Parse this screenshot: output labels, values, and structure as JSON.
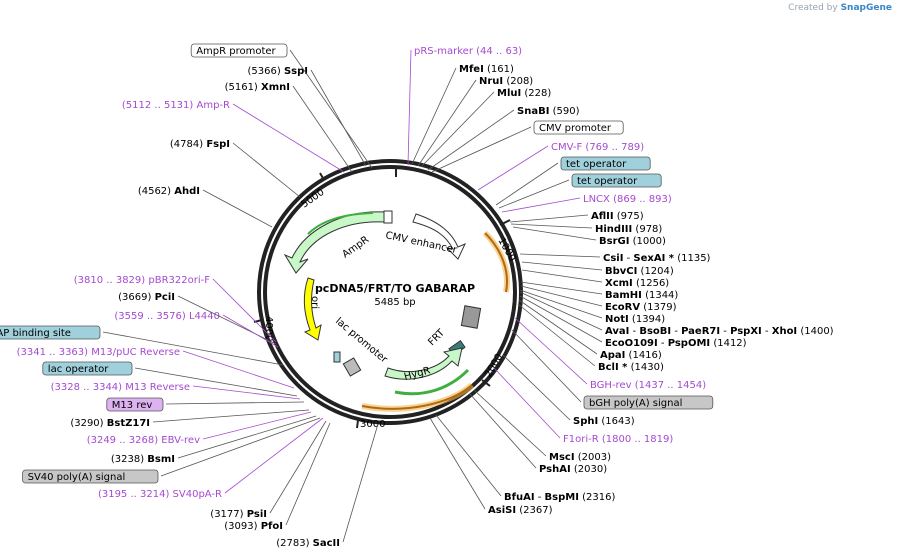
{
  "credit": {
    "prefix": "Created by",
    "brand": "SnapGene"
  },
  "plasmid": {
    "name": "pcDNA5/FRT/TO GABARAP",
    "length": "5485 bp"
  },
  "ring_ticks": [
    "1000",
    "2000",
    "3000",
    "4000",
    "5000"
  ],
  "feature_labels": [
    {
      "text": "CMV enhancer"
    },
    {
      "text": "AmpR"
    },
    {
      "text": "ori"
    },
    {
      "text": "lac promoter"
    },
    {
      "text": "FRT"
    },
    {
      "text": "HygR"
    }
  ],
  "right_labels": [
    {
      "parts": [
        {
          "t": "pRS-marker",
          "c": "primer"
        },
        {
          "t": "   (44 .. 63)",
          "c": "primer"
        }
      ]
    },
    {
      "parts": [
        {
          "t": "MfeI",
          "c": "enz"
        },
        {
          "t": "  (161)",
          "c": "pos"
        }
      ]
    },
    {
      "parts": [
        {
          "t": "NruI",
          "c": "enz"
        },
        {
          "t": "  (208)",
          "c": "pos"
        }
      ]
    },
    {
      "parts": [
        {
          "t": "MluI",
          "c": "enz"
        },
        {
          "t": "  (228)",
          "c": "pos"
        }
      ]
    },
    {
      "parts": [
        {
          "t": "SnaBI",
          "c": "enz"
        },
        {
          "t": "  (590)",
          "c": "pos"
        }
      ]
    },
    {
      "box": "white",
      "parts": [
        {
          "t": "CMV promoter",
          "c": "pos"
        }
      ]
    },
    {
      "parts": [
        {
          "t": "CMV-F",
          "c": "primer"
        },
        {
          "t": "   (769 .. 789)",
          "c": "primer"
        }
      ]
    },
    {
      "box": "teal",
      "parts": [
        {
          "t": "tet operator",
          "c": "pos"
        }
      ]
    },
    {
      "box": "teal",
      "parts": [
        {
          "t": "tet operator",
          "c": "pos"
        }
      ]
    },
    {
      "parts": [
        {
          "t": "LNCX",
          "c": "primer"
        },
        {
          "t": "   (869 .. 893)",
          "c": "primer"
        }
      ]
    },
    {
      "parts": [
        {
          "t": "AflII",
          "c": "enz"
        },
        {
          "t": "  (975)",
          "c": "pos"
        }
      ]
    },
    {
      "parts": [
        {
          "t": "HindIII",
          "c": "enz"
        },
        {
          "t": "  (978)",
          "c": "pos"
        }
      ]
    },
    {
      "parts": [
        {
          "t": "BsrGI",
          "c": "enz"
        },
        {
          "t": "  (1000)",
          "c": "pos"
        }
      ]
    },
    {
      "parts": [
        {
          "t": "CsiI",
          "c": "enz"
        },
        {
          "t": "  -  ",
          "c": "pos"
        },
        {
          "t": "SexAI *",
          "c": "enz"
        },
        {
          "t": "  (1135)",
          "c": "pos"
        }
      ]
    },
    {
      "parts": [
        {
          "t": "BbvCI",
          "c": "enz"
        },
        {
          "t": "  (1204)",
          "c": "pos"
        }
      ]
    },
    {
      "parts": [
        {
          "t": "XcmI",
          "c": "enz"
        },
        {
          "t": "  (1256)",
          "c": "pos"
        }
      ]
    },
    {
      "parts": [
        {
          "t": "BamHI",
          "c": "enz"
        },
        {
          "t": "  (1344)",
          "c": "pos"
        }
      ]
    },
    {
      "parts": [
        {
          "t": "EcoRV",
          "c": "enz"
        },
        {
          "t": "  (1379)",
          "c": "pos"
        }
      ]
    },
    {
      "parts": [
        {
          "t": "NotI",
          "c": "enz"
        },
        {
          "t": "  (1394)",
          "c": "pos"
        }
      ]
    },
    {
      "parts": [
        {
          "t": "AvaI",
          "c": "enz"
        },
        {
          "t": "  -  ",
          "c": "pos"
        },
        {
          "t": "BsoBI",
          "c": "enz"
        },
        {
          "t": "  -  ",
          "c": "pos"
        },
        {
          "t": "PaeR7I",
          "c": "enz"
        },
        {
          "t": "  -  ",
          "c": "pos"
        },
        {
          "t": "PspXI",
          "c": "enz"
        },
        {
          "t": "  -  ",
          "c": "pos"
        },
        {
          "t": "XhoI",
          "c": "enz"
        },
        {
          "t": "  (1400)",
          "c": "pos"
        }
      ]
    },
    {
      "parts": [
        {
          "t": "EcoO109I",
          "c": "enz"
        },
        {
          "t": "  -  ",
          "c": "pos"
        },
        {
          "t": "PspOMI",
          "c": "enz"
        },
        {
          "t": "  (1412)",
          "c": "pos"
        }
      ]
    },
    {
      "parts": [
        {
          "t": "ApaI",
          "c": "enz"
        },
        {
          "t": "  (1416)",
          "c": "pos"
        }
      ]
    },
    {
      "parts": [
        {
          "t": "BclI *",
          "c": "enz"
        },
        {
          "t": "  (1430)",
          "c": "pos"
        }
      ]
    },
    {
      "parts": [
        {
          "t": "BGH-rev",
          "c": "primer"
        },
        {
          "t": "   (1437 .. 1454)",
          "c": "primer"
        }
      ]
    },
    {
      "box": "gray",
      "parts": [
        {
          "t": "bGH poly(A) signal",
          "c": "pos"
        }
      ]
    },
    {
      "parts": [
        {
          "t": "SphI",
          "c": "enz"
        },
        {
          "t": "  (1643)",
          "c": "pos"
        }
      ]
    },
    {
      "parts": [
        {
          "t": "F1ori-R",
          "c": "primer"
        },
        {
          "t": "   (1800 .. 1819)",
          "c": "primer"
        }
      ]
    },
    {
      "parts": [
        {
          "t": "MscI",
          "c": "enz"
        },
        {
          "t": "  (2003)",
          "c": "pos"
        }
      ]
    },
    {
      "parts": [
        {
          "t": "PshAI",
          "c": "enz"
        },
        {
          "t": "  (2030)",
          "c": "pos"
        }
      ]
    },
    {
      "parts": [
        {
          "t": "BfuAI",
          "c": "enz"
        },
        {
          "t": "  -  ",
          "c": "pos"
        },
        {
          "t": "BspMI",
          "c": "enz"
        },
        {
          "t": "  (2316)",
          "c": "pos"
        }
      ]
    },
    {
      "parts": [
        {
          "t": "AsiSI",
          "c": "enz"
        },
        {
          "t": "  (2367)",
          "c": "pos"
        }
      ]
    }
  ],
  "left_labels": [
    {
      "parts": [
        {
          "box": "white",
          "t": "AmpR promoter",
          "c": "pos"
        }
      ]
    },
    {
      "parts": [
        {
          "t": "(5366)  ",
          "c": "pos"
        },
        {
          "t": "SspI",
          "c": "enz"
        }
      ]
    },
    {
      "parts": [
        {
          "t": "(5161)  ",
          "c": "pos"
        },
        {
          "t": "XmnI",
          "c": "enz"
        }
      ]
    },
    {
      "parts": [
        {
          "t": "(5112 .. 5131)   ",
          "c": "primer"
        },
        {
          "t": "Amp-R",
          "c": "primer"
        }
      ]
    },
    {
      "parts": [
        {
          "t": "(4784)  ",
          "c": "pos"
        },
        {
          "t": "FspI",
          "c": "enz"
        }
      ]
    },
    {
      "parts": [
        {
          "t": "(4562)  ",
          "c": "pos"
        },
        {
          "t": "AhdI",
          "c": "enz"
        }
      ]
    },
    {
      "parts": [
        {
          "t": "(3810 .. 3829)   ",
          "c": "primer"
        },
        {
          "t": "pBR322ori-F",
          "c": "primer"
        }
      ]
    },
    {
      "parts": [
        {
          "t": "(3669)  ",
          "c": "pos"
        },
        {
          "t": "PciI",
          "c": "enz"
        }
      ]
    },
    {
      "parts": [
        {
          "t": "(3559 .. 3576)   ",
          "c": "primer"
        },
        {
          "t": "L4440",
          "c": "primer"
        }
      ]
    },
    {
      "parts": [
        {
          "box": "teal",
          "t": "CAP binding site",
          "c": "pos"
        }
      ]
    },
    {
      "parts": [
        {
          "t": "(3341 .. 3363)   ",
          "c": "primer"
        },
        {
          "t": "M13/pUC Reverse",
          "c": "primer"
        }
      ]
    },
    {
      "parts": [
        {
          "box": "teal",
          "t": "lac operator",
          "c": "pos"
        }
      ]
    },
    {
      "parts": [
        {
          "t": "(3328 .. 3344)   ",
          "c": "primer"
        },
        {
          "t": "M13 Reverse",
          "c": "primer"
        }
      ]
    },
    {
      "parts": [
        {
          "box": "purple",
          "t": "M13 rev",
          "c": "pos"
        }
      ]
    },
    {
      "parts": [
        {
          "t": "(3290)  ",
          "c": "pos"
        },
        {
          "t": "BstZ17I",
          "c": "enz"
        }
      ]
    },
    {
      "parts": [
        {
          "t": "(3249 .. 3268)   ",
          "c": "primer"
        },
        {
          "t": "EBV-rev",
          "c": "primer"
        }
      ]
    },
    {
      "parts": [
        {
          "t": "(3238)  ",
          "c": "pos"
        },
        {
          "t": "BsmI",
          "c": "enz"
        }
      ]
    },
    {
      "parts": [
        {
          "box": "gray",
          "t": "SV40 poly(A) signal",
          "c": "pos"
        }
      ]
    },
    {
      "parts": [
        {
          "t": "(3195 .. 3214)   ",
          "c": "primer"
        },
        {
          "t": "SV40pA-R",
          "c": "primer"
        }
      ]
    },
    {
      "parts": [
        {
          "t": "(3177)  ",
          "c": "pos"
        },
        {
          "t": "PsiI",
          "c": "enz"
        }
      ]
    },
    {
      "parts": [
        {
          "t": "(3093)  ",
          "c": "pos"
        },
        {
          "t": "PfoI",
          "c": "enz"
        }
      ]
    },
    {
      "parts": [
        {
          "t": "(2783)  ",
          "c": "pos"
        },
        {
          "t": "SacII",
          "c": "enz"
        }
      ]
    }
  ],
  "colors": {
    "primer": "#a44ad0",
    "teal": "#9fd0dc",
    "gray": "#c7c7c7",
    "purple": "#dcb2f0",
    "ampr": "#c8f7c8",
    "ori": "#ffff00",
    "hygr": "#c8f7c8",
    "insert": "#f5b54a"
  }
}
